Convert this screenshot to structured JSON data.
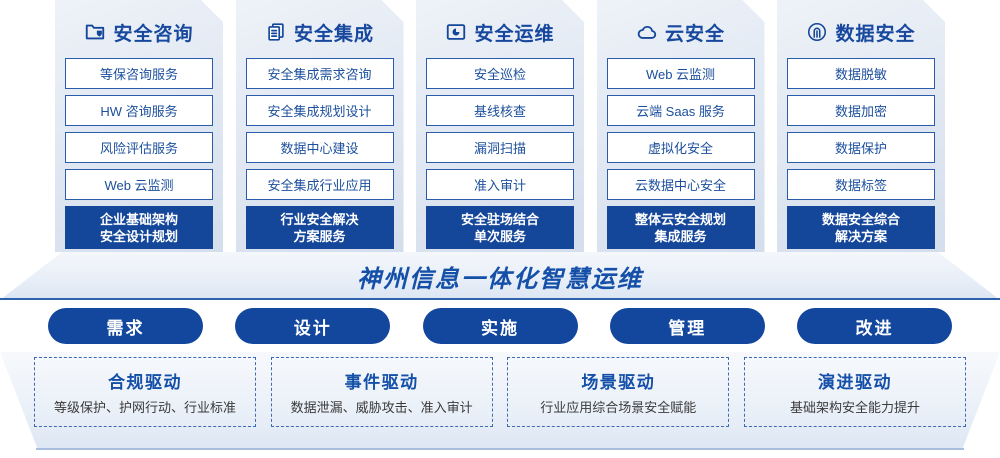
{
  "pillars": [
    {
      "icon": "folder-shield-icon",
      "title": "安全咨询",
      "items": [
        "等保咨询服务",
        "HW 咨询服务",
        "风险评估服务",
        "Web 云监测"
      ],
      "highlight": [
        "企业基础架构",
        "安全设计规划"
      ]
    },
    {
      "icon": "stacked-documents-icon",
      "title": "安全集成",
      "items": [
        "安全集成需求咨询",
        "安全集成规划设计",
        "数据中心建设",
        "安全集成行业应用"
      ],
      "highlight": [
        "行业安全解决",
        "方案服务"
      ]
    },
    {
      "icon": "monitor-chart-icon",
      "title": "安全运维",
      "items": [
        "安全巡检",
        "基线核查",
        "漏洞扫描",
        "准入审计"
      ],
      "highlight": [
        "安全驻场结合",
        "单次服务"
      ]
    },
    {
      "icon": "cloud-icon",
      "title": "云安全",
      "items": [
        "Web 云监测",
        "云端 Saas 服务",
        "虚拟化安全",
        "云数据中心安全"
      ],
      "highlight": [
        "整体云安全规划",
        "集成服务"
      ]
    },
    {
      "icon": "fingerprint-icon",
      "title": "数据安全",
      "items": [
        "数据脱敏",
        "数据加密",
        "数据保护",
        "数据标签"
      ],
      "highlight": [
        "数据安全综合",
        "解决方案"
      ]
    }
  ],
  "banner": {
    "text": "神州信息一体化智慧运维"
  },
  "phases": [
    {
      "label": "需求"
    },
    {
      "label": "设计"
    },
    {
      "label": "实施"
    },
    {
      "label": "管理"
    },
    {
      "label": "改进"
    }
  ],
  "drivers": [
    {
      "title": "合规驱动",
      "subtitle": "等级保护、护网行动、行业标准"
    },
    {
      "title": "事件驱动",
      "subtitle": "数据泄漏、威胁攻击、准入审计"
    },
    {
      "title": "场景驱动",
      "subtitle": "行业应用综合场景安全赋能"
    },
    {
      "title": "演进驱动",
      "subtitle": "基础架构安全能力提升"
    }
  ],
  "colors": {
    "primary_blue": "#14469a",
    "title_blue": "#17489e",
    "item_border": "#2b5cab",
    "card_bg_light": "#eef2f8",
    "card_bg_dark": "#d4deec"
  }
}
